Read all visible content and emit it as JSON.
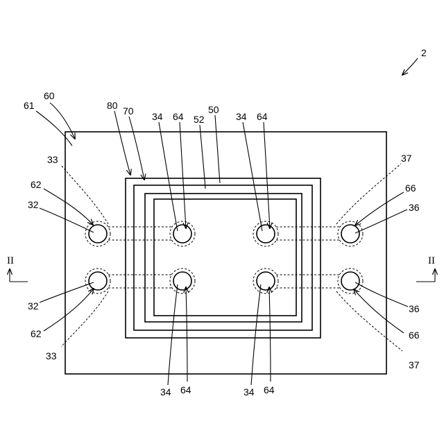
{
  "figure": {
    "ref_device": "2",
    "section_label": "II",
    "labels": {
      "l61": "61",
      "l60": "60",
      "l80": "80",
      "l70": "70",
      "l34a": "34",
      "l64a": "64",
      "l52": "52",
      "l50": "50",
      "l34b": "34",
      "l64b": "64",
      "l37t": "37",
      "l33t": "33",
      "l62t": "62",
      "l32t": "32",
      "l66t": "66",
      "l36t": "36",
      "l32b": "32",
      "l62b": "62",
      "l33b": "33",
      "l36b": "36",
      "l66b": "66",
      "l37b": "37",
      "l34c": "34",
      "l64c": "64",
      "l34d": "34",
      "l64d": "64"
    }
  }
}
